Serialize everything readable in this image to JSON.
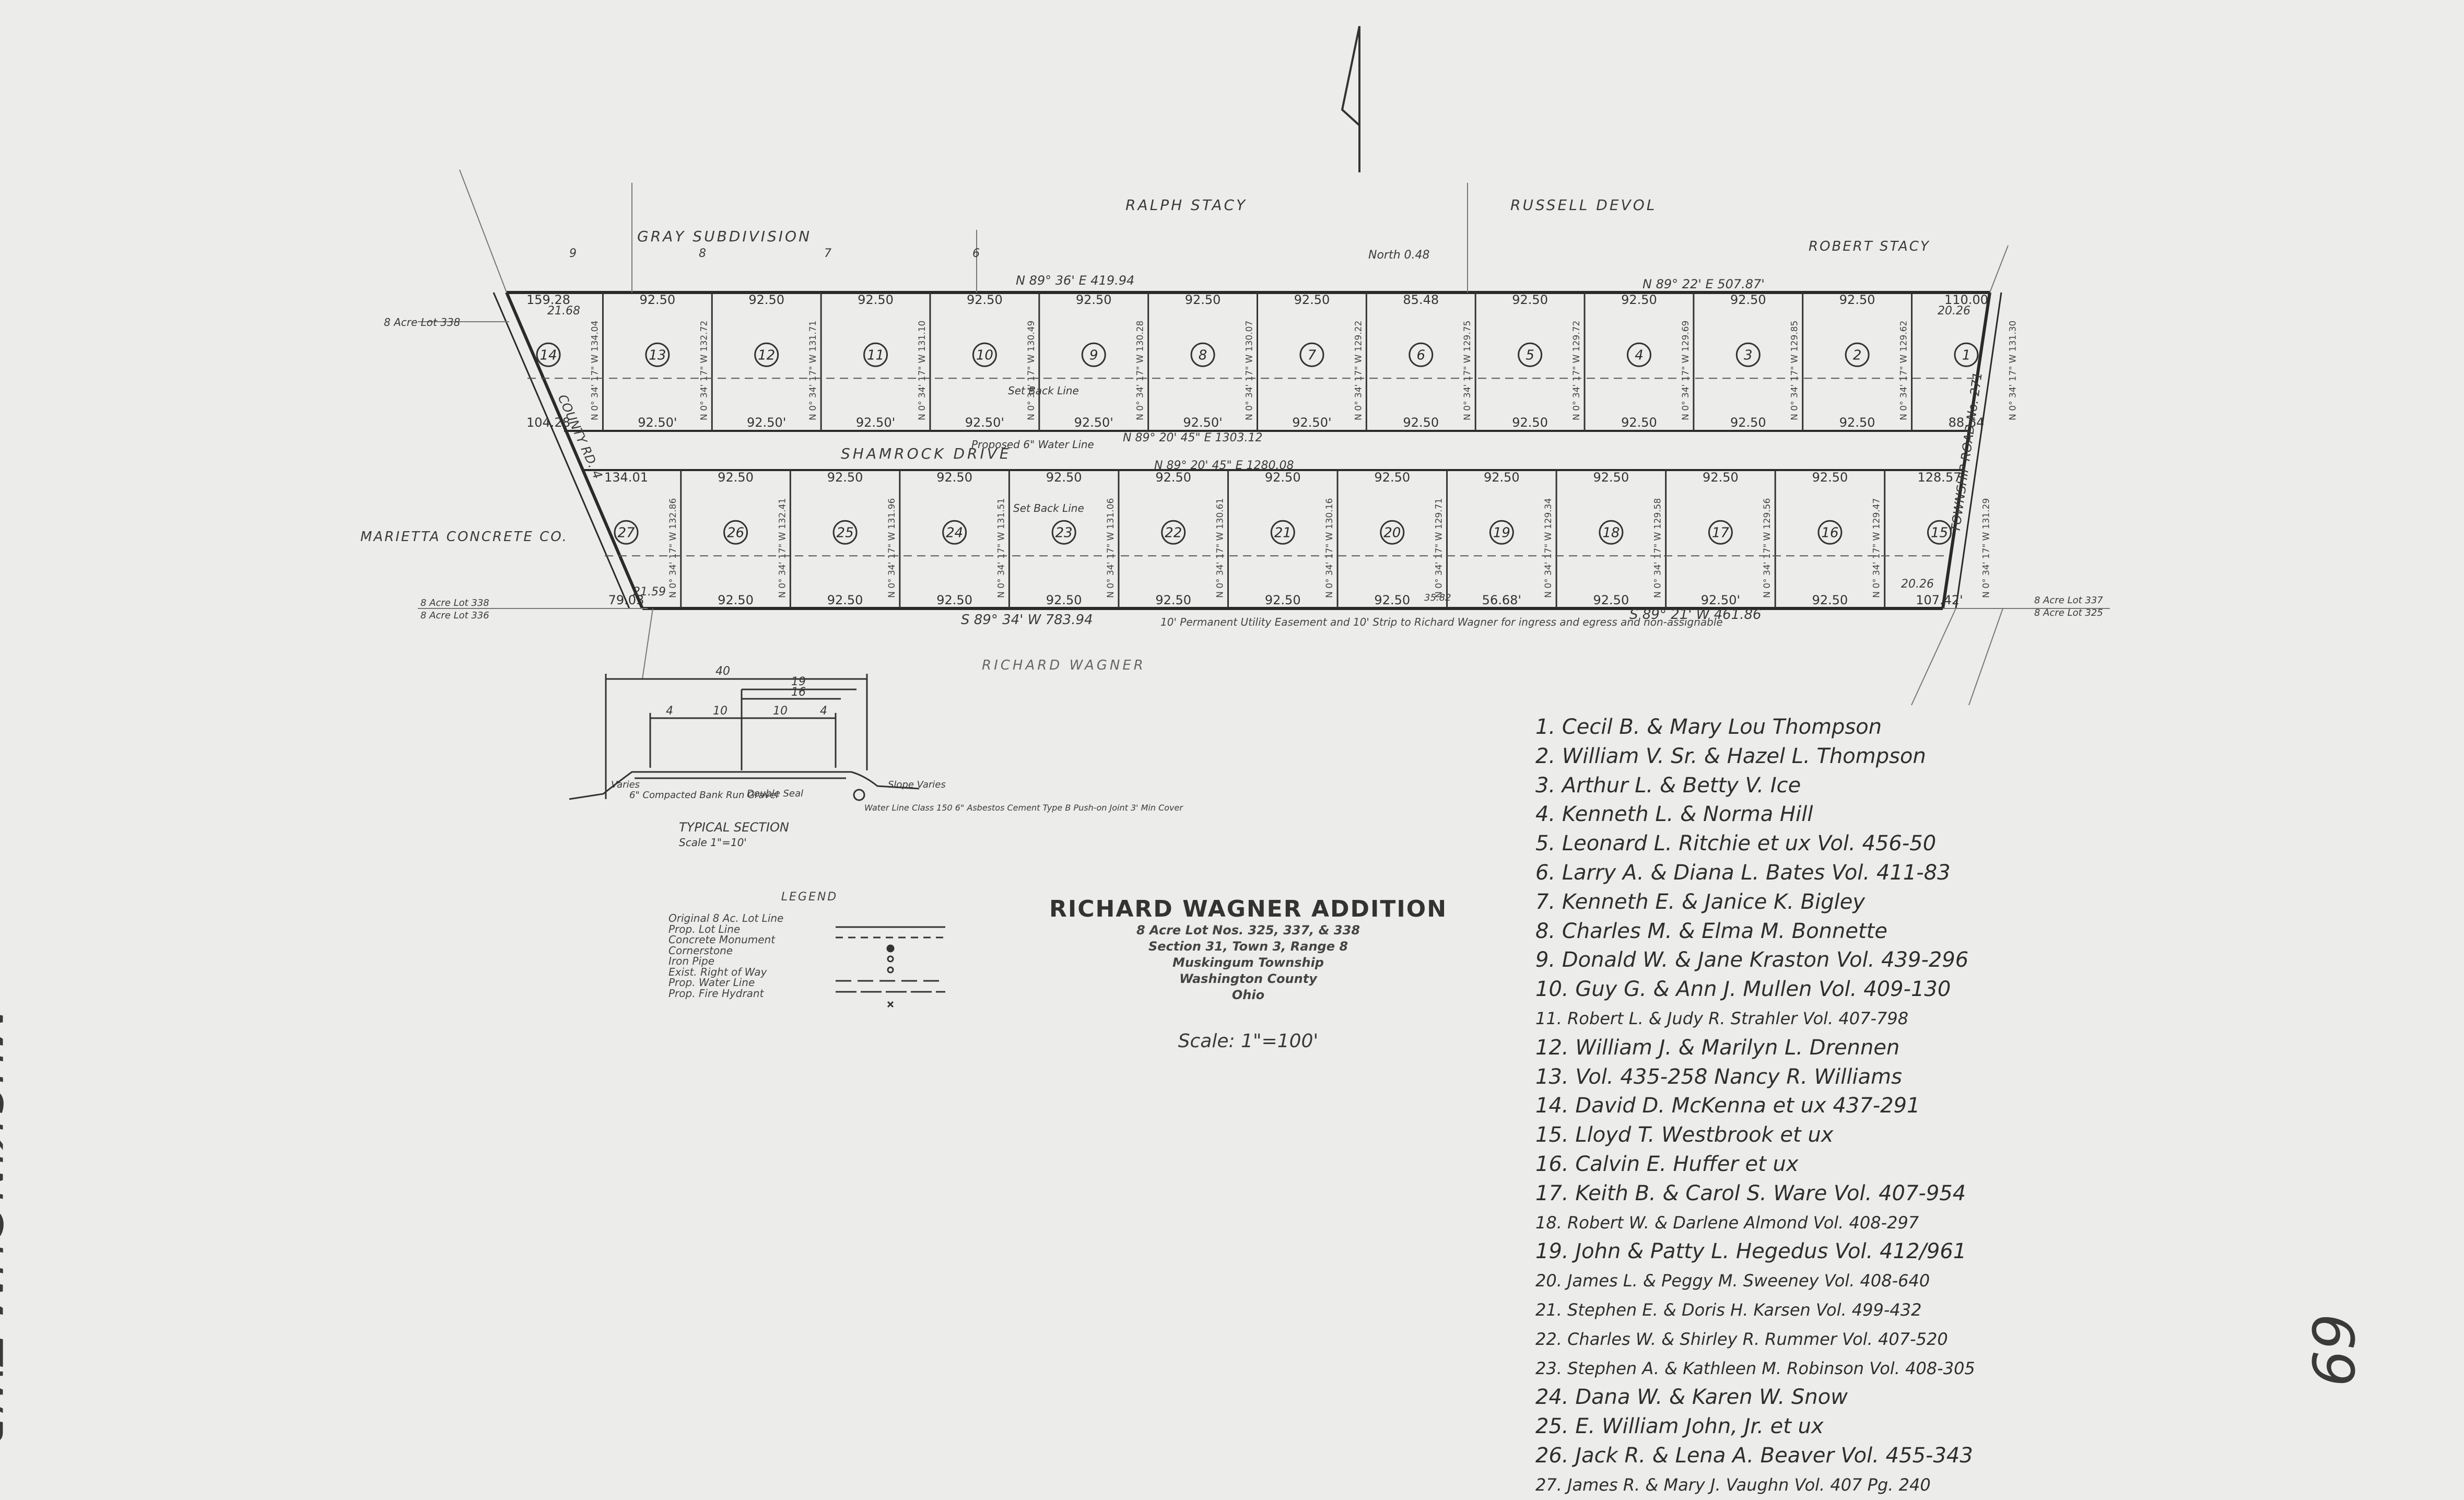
{
  "title": "RICHARD WAGNER ADDITION",
  "subtitle_lines": [
    "8 Acre Lot Nos. 325, 337, & 338",
    "Section 31, Town 3, Range 8",
    "Muskingum Township",
    "Washington County",
    "Ohio"
  ],
  "scale": "Scale: 1\"=100'",
  "side_label": "MUSKINGUM TWP.",
  "sheet_number": "69",
  "adjacent": {
    "gray_subdivision": "GRAY SUBDIVISION",
    "gray_lots": [
      "9",
      "8",
      "7",
      "6"
    ],
    "ralph_stacy": "RALPH STACY",
    "russell_devol": "RUSSELL DEVOL",
    "robert_stacy": "ROBERT STACY",
    "marietta_concrete": "MARIETTA CONCRETE CO.",
    "richard_wagner": "RICHARD WAGNER",
    "county_road": "COUNTY RD. 4",
    "township_road": "TOWNSHIP ROAD No. 271"
  },
  "street": "SHAMROCK DRIVE",
  "bearings": {
    "top_left": "N 89° 36' E  419.94",
    "top_right": "N 89° 22' E  507.87'",
    "middle": "N 89° 20' 45\" E  1303.12",
    "middle2": "N 89° 20' 45\" E  1280.08",
    "bottom_left": "S 89° 34' W  783.94",
    "bottom_right": "S 89° 21' W  461.86",
    "north_note": "North 0.48"
  },
  "road_notes": {
    "water_line": "Proposed 6\" Water Line",
    "setback_top": "Set Back Line",
    "setback_bottom": "Set Back Line",
    "easement": "10' Permanent Utility Easement and 10' Strip to Richard Wagner for ingress and egress and non-assignable"
  },
  "acre_lot_labels": {
    "left_top": "8 Acre Lot 338",
    "left_mid_a": "8 Acre Lot 338",
    "left_mid_b": "8 Acre Lot 336",
    "right_a": "8 Acre Lot 337",
    "right_b": "8 Acre Lot 325"
  },
  "north_lots": [
    {
      "num": "14",
      "front": "159.28",
      "rear": "104.28",
      "depth": "N 0° 34' 17\" W 134.04"
    },
    {
      "num": "13",
      "front": "92.50",
      "rear": "92.50'",
      "depth": "N 0° 34' 17\" W 132.72"
    },
    {
      "num": "12",
      "front": "92.50",
      "rear": "92.50'",
      "depth": "N 0° 34' 17\" W 131.71"
    },
    {
      "num": "11",
      "front": "92.50",
      "rear": "92.50'",
      "depth": "N 0° 34' 17\" W 131.10"
    },
    {
      "num": "10",
      "front": "92.50",
      "rear": "92.50'",
      "depth": "N 0° 34' 17\" W 130.49"
    },
    {
      "num": "9",
      "front": "92.50",
      "rear": "92.50'",
      "depth": "N 0° 34' 17\" W 130.28"
    },
    {
      "num": "8",
      "front": "92.50",
      "rear": "92.50'",
      "depth": "N 0° 34' 17\" W 130.07"
    },
    {
      "num": "7",
      "front": "92.50",
      "rear": "92.50'",
      "depth": "N 0° 34' 17\" W 129.22"
    },
    {
      "num": "6",
      "front": "85.48",
      "rear": "92.50",
      "depth": "N 0° 34' 17\" W 129.75"
    },
    {
      "num": "5",
      "front": "92.50",
      "rear": "92.50",
      "depth": "N 0° 34' 17\" W 129.72"
    },
    {
      "num": "4",
      "front": "92.50",
      "rear": "92.50",
      "depth": "N 0° 34' 17\" W 129.69"
    },
    {
      "num": "3",
      "front": "92.50",
      "rear": "92.50",
      "depth": "N 0° 34' 17\" W 129.85"
    },
    {
      "num": "2",
      "front": "92.50",
      "rear": "92.50",
      "depth": "N 0° 34' 17\" W 129.62"
    },
    {
      "num": "1",
      "front": "110.00",
      "rear": "88.64",
      "depth": "N 0° 34' 17\" W 131.30"
    }
  ],
  "south_lots": [
    {
      "num": "27",
      "front": "134.01",
      "rear": "79.03",
      "depth": "N 0° 34' 17\" W 132.86"
    },
    {
      "num": "26",
      "front": "92.50",
      "rear": "92.50",
      "depth": "N 0° 34' 17\" W 132.41"
    },
    {
      "num": "25",
      "front": "92.50",
      "rear": "92.50",
      "depth": "N 0° 34' 17\" W 131.96"
    },
    {
      "num": "24",
      "front": "92.50",
      "rear": "92.50",
      "depth": "N 0° 34' 17\" W 131.51"
    },
    {
      "num": "23",
      "front": "92.50",
      "rear": "92.50",
      "depth": "N 0° 34' 17\" W 131.06"
    },
    {
      "num": "22",
      "front": "92.50",
      "rear": "92.50",
      "depth": "N 0° 34' 17\" W 130.61"
    },
    {
      "num": "21",
      "front": "92.50",
      "rear": "92.50",
      "depth": "N 0° 34' 17\" W 130.16"
    },
    {
      "num": "20",
      "front": "92.50",
      "rear": "92.50",
      "depth": "N 0° 34' 17\" W 129.71"
    },
    {
      "num": "19",
      "front": "92.50",
      "rear": "56.68'",
      "depth": "N 0° 34' 17\" W 129.34"
    },
    {
      "num": "18",
      "front": "92.50",
      "rear": "92.50",
      "depth": "N 0° 34' 17\" W 129.58"
    },
    {
      "num": "17",
      "front": "92.50",
      "rear": "92.50'",
      "depth": "N 0° 34' 17\" W 129.56"
    },
    {
      "num": "16",
      "front": "92.50",
      "rear": "92.50",
      "depth": "N 0° 34' 17\" W 129.47"
    },
    {
      "num": "15",
      "front": "128.57",
      "rear": "107.42'",
      "depth": "N 0° 34' 17\" W 131.29"
    }
  ],
  "edge_dims": {
    "left_top": "21.68",
    "right_top": "20.26",
    "left_bottom": "21.59",
    "right_bottom": "20.26",
    "bottom_mid": "35.82"
  },
  "typical_section": {
    "title": "TYPICAL SECTION",
    "scale": "Scale 1\"=10'",
    "dims": [
      "40",
      "19",
      "16",
      "4",
      "10",
      "10",
      "4"
    ],
    "notes": [
      "Varies",
      "6\" Compacted Bank Run Gravel",
      "Double Seal",
      "Slope Varies",
      "Water Line Class 150 6\" Asbestos Cement Type B Push-on Joint 3' Min Cover"
    ]
  },
  "legend": {
    "title": "LEGEND",
    "items": [
      "Original 8 Ac. Lot Line",
      "Prop. Lot Line",
      "Concrete Monument",
      "Cornerstone",
      "Iron Pipe",
      "Exist. Right of Way",
      "Prop. Water Line",
      "Prop. Fire Hydrant"
    ]
  },
  "owners": [
    "1. Cecil B. & Mary Lou Thompson",
    "2. William V. Sr. & Hazel L. Thompson",
    "3. Arthur L. & Betty V. Ice",
    "4. Kenneth L. & Norma Hill",
    "5. Leonard L. Ritchie et ux  Vol. 456-50",
    "6. Larry A. & Diana L. Bates  Vol. 411-83",
    "7. Kenneth E. & Janice K. Bigley",
    "8. Charles M. & Elma M. Bonnette",
    "9. Donald W. & Jane Kraston  Vol. 439-296",
    "10. Guy G. & Ann J. Mullen  Vol. 409-130",
    "11. Robert L. & Judy R. Strahler  Vol. 407-798",
    "12. William J. & Marilyn L. Drennen",
    "13. Vol. 435-258  Nancy R. Williams",
    "14. David D. McKenna et ux  437-291",
    "15. Lloyd T. Westbrook et ux",
    "16. Calvin E. Huffer et ux",
    "17. Keith B. & Carol S. Ware  Vol. 407-954",
    "18. Robert W. & Darlene Almond  Vol. 408-297",
    "19. John & Patty L. Hegedus  Vol. 412/961",
    "20. James L. & Peggy M. Sweeney  Vol. 408-640",
    "21. Stephen E. & Doris H. Karsen  Vol. 499-432",
    "22. Charles W. & Shirley R. Rummer  Vol. 407-520",
    "23. Stephen A. & Kathleen M. Robinson  Vol. 408-305",
    "24. Dana W. & Karen W. Snow",
    "25. E. William John, Jr. et ux",
    "26. Jack R. & Lena A. Beaver  Vol. 455-343",
    "27. James R. & Mary J. Vaughn  Vol. 407 Pg. 240"
  ],
  "colors": {
    "paper": "#ecedeb",
    "ink": "#2a2a2a",
    "faint_ink": "#666666"
  }
}
